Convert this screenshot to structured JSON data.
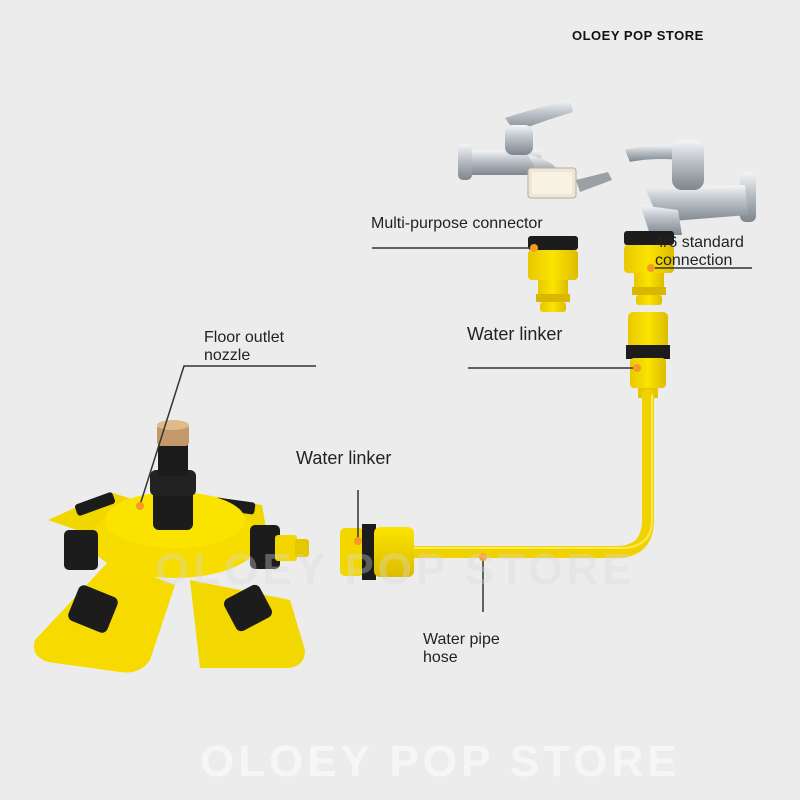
{
  "store_name": "OLOEY POP STORE",
  "watermark": "OLOEY POP STORE",
  "labels": {
    "multi_purpose_connector": "Multi-purpose connector",
    "standard_connection": "4/6 standard connection",
    "water_linker_top": "Water linker",
    "floor_outlet_nozzle_line1": "Floor outlet",
    "floor_outlet_nozzle_line2": "nozzle",
    "water_linker_mid": "Water linker",
    "water_pipe_hose_line1": "Water pipe",
    "water_pipe_hose_line2": "hose"
  },
  "colors": {
    "yellow": "#f5d800",
    "yellow_dark": "#d8b800",
    "black_part": "#1c1c1c",
    "chrome": "#c8ccd0",
    "leader_line": "#333333",
    "dot": "#f59a23"
  }
}
